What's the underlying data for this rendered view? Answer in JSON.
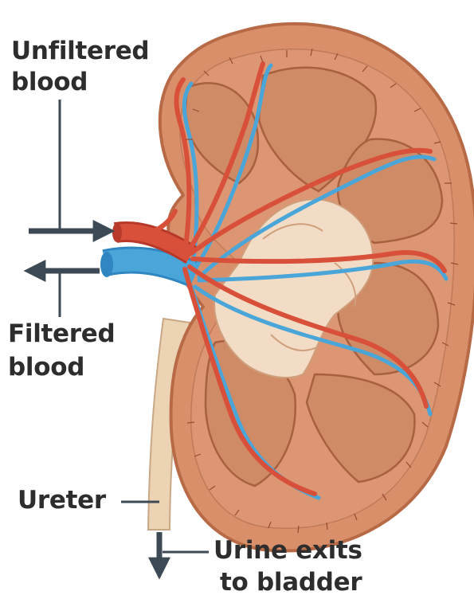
{
  "labels": {
    "unfiltered_1": "Unfiltered",
    "unfiltered_2": "blood",
    "filtered_1": "Filtered",
    "filtered_2": "blood",
    "ureter": "Ureter",
    "urine_1": "Urine exits",
    "urine_2": "to bladder"
  },
  "colors": {
    "kidney_cortex": "#d9906a",
    "kidney_outline": "#b86a47",
    "pyramid": "#cf8a66",
    "pelvis": "#f3dcc6",
    "artery": "#d8503a",
    "vein": "#4aa6d8",
    "ureter": "#ecd3b3",
    "arrow": "#3d4a55",
    "text": "#2d2d2d"
  },
  "icons": {
    "in_arrow": "arrow-right-icon",
    "out_arrow": "arrow-left-icon",
    "down_arrow": "arrow-down-icon"
  }
}
